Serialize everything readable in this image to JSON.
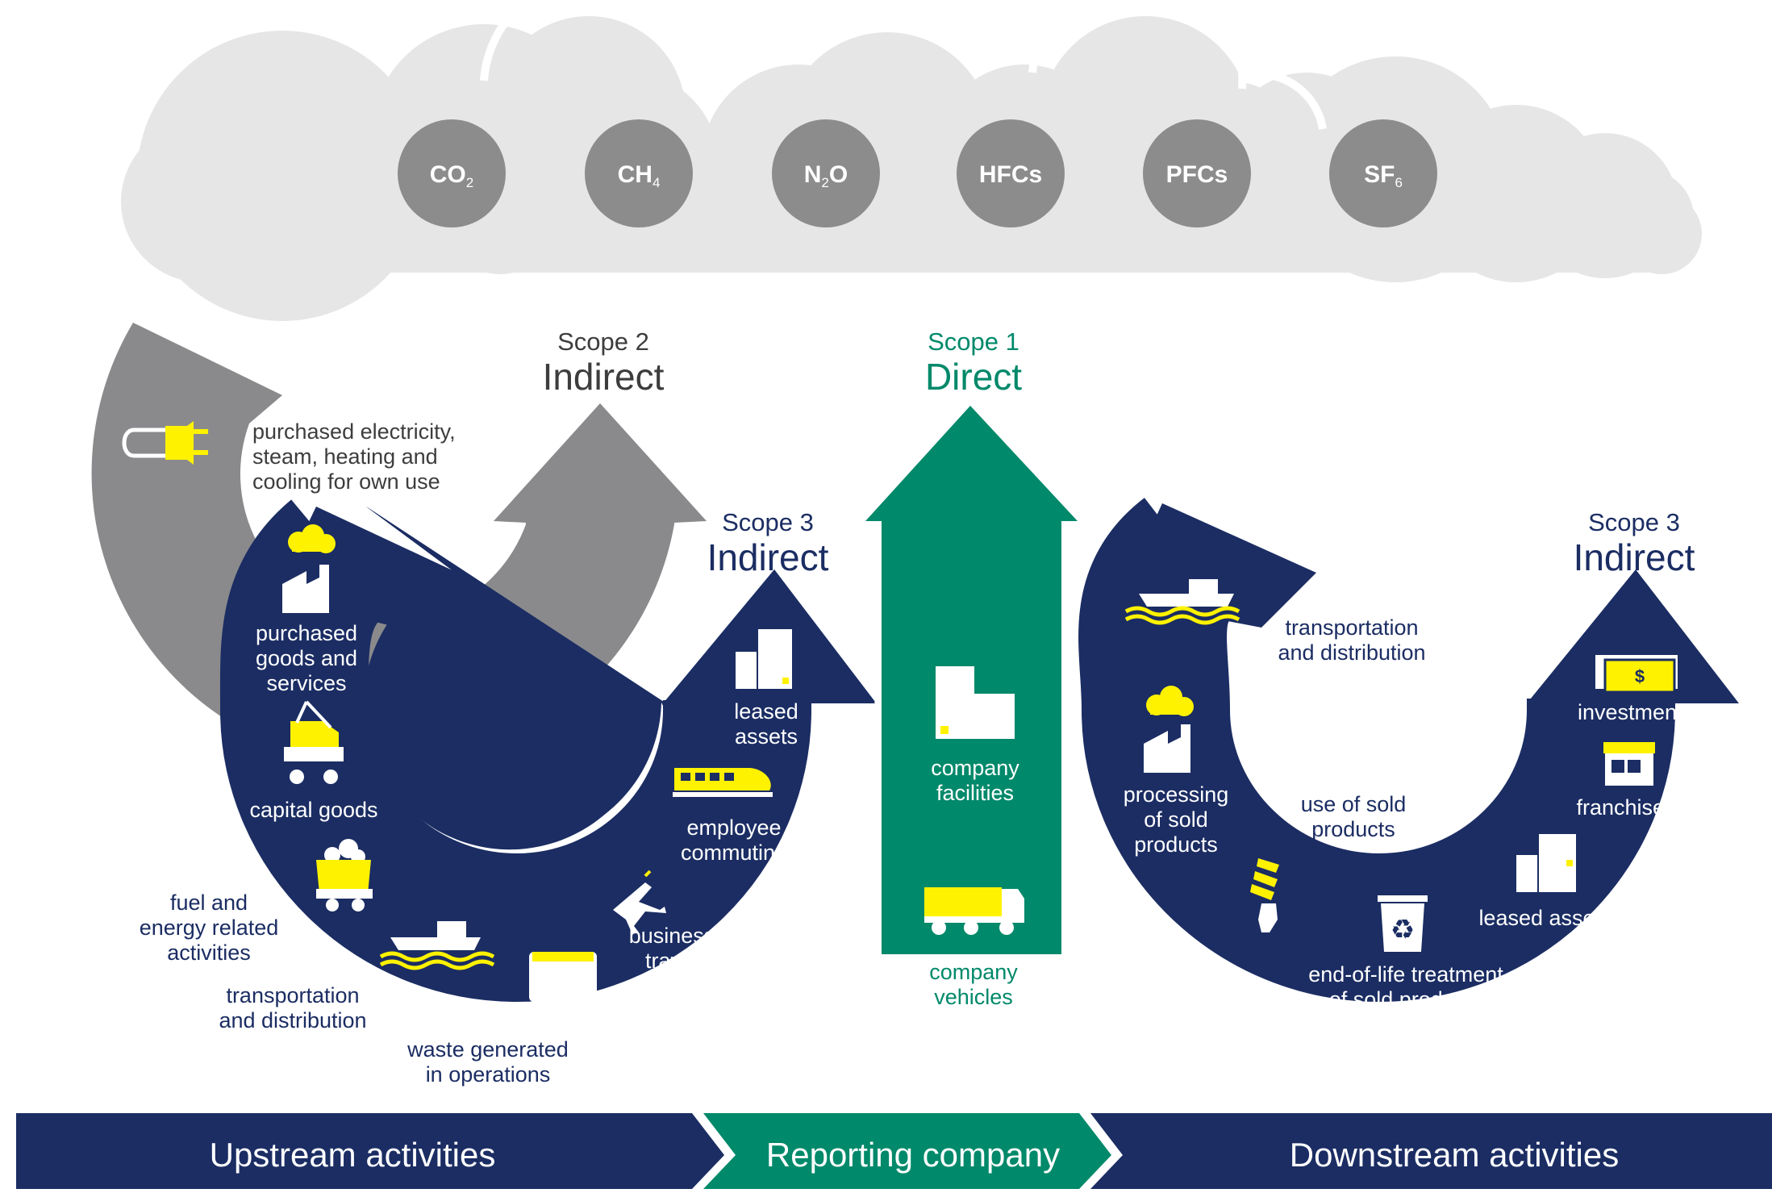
{
  "colors": {
    "navy": "#1b2d63",
    "gray_arrow": "#8a8a8c",
    "green": "#00896a",
    "yellow": "#fff200",
    "cloud": "#e6e6e7",
    "gas_circle": "#8c8c8d",
    "text_dark": "#1b2d63",
    "text_gray": "#3d3d3d",
    "white": "#ffffff"
  },
  "gases": [
    {
      "main": "CO",
      "sub": "2",
      "after": ""
    },
    {
      "main": "CH",
      "sub": "4",
      "after": ""
    },
    {
      "main": "N",
      "sub": "2",
      "after": "O"
    },
    {
      "main": "HFCs",
      "sub": "",
      "after": ""
    },
    {
      "main": "PFCs",
      "sub": "",
      "after": ""
    },
    {
      "main": "SF",
      "sub": "6",
      "after": ""
    }
  ],
  "scopes": {
    "scope2": {
      "label": "Scope 2",
      "title": "Indirect"
    },
    "scope1": {
      "label": "Scope 1",
      "title": "Direct"
    },
    "scope3_up": {
      "label": "Scope 3",
      "title": "Indirect"
    },
    "scope3_down": {
      "label": "Scope 3",
      "title": "Indirect"
    }
  },
  "scope2_items": [
    {
      "lines": [
        "purchased electricity,",
        "steam, heating and",
        "cooling for own use"
      ],
      "icon": "electric-plug-icon"
    }
  ],
  "upstream_items": [
    {
      "lines": [
        "purchased",
        "goods and",
        "services"
      ],
      "icon": "factory-icon"
    },
    {
      "lines": [
        "capital goods"
      ],
      "icon": "crane-truck-icon"
    },
    {
      "lines": [
        "fuel and",
        "energy related",
        "activities"
      ],
      "icon": "mine-cart-icon"
    },
    {
      "lines": [
        "transportation",
        "and distribution"
      ],
      "icon": "ship-icon"
    },
    {
      "lines": [
        "waste generated",
        "in operations"
      ],
      "icon": "waste-bin-icon"
    },
    {
      "lines": [
        "business",
        "travel"
      ],
      "icon": "airplane-icon"
    },
    {
      "lines": [
        "employee",
        "commuting"
      ],
      "icon": "train-icon"
    },
    {
      "lines": [
        "leased",
        "assets"
      ],
      "icon": "building-icon"
    }
  ],
  "scope1_items": [
    {
      "lines": [
        "company",
        "facilities"
      ],
      "icon": "company-buildings-icon"
    },
    {
      "lines": [
        "company",
        "vehicles"
      ],
      "icon": "truck-icon"
    }
  ],
  "downstream_items": [
    {
      "lines": [
        "transportation",
        "and distribution"
      ],
      "icon": "ship-icon"
    },
    {
      "lines": [
        "processing",
        "of sold",
        "products"
      ],
      "icon": "factory-icon"
    },
    {
      "lines": [
        "use of sold",
        "products"
      ],
      "icon": "light-bulb-icon"
    },
    {
      "lines": [
        "end-of-life treatment",
        "of sold products"
      ],
      "icon": "recycle-bin-icon"
    },
    {
      "lines": [
        "leased assets"
      ],
      "icon": "building-icon"
    },
    {
      "lines": [
        "franchises"
      ],
      "icon": "storefront-icon"
    },
    {
      "lines": [
        "investments"
      ],
      "icon": "dollar-bill-icon"
    }
  ],
  "footer": {
    "upstream": "Upstream activities",
    "reporting": "Reporting company",
    "downstream": "Downstream activities"
  }
}
